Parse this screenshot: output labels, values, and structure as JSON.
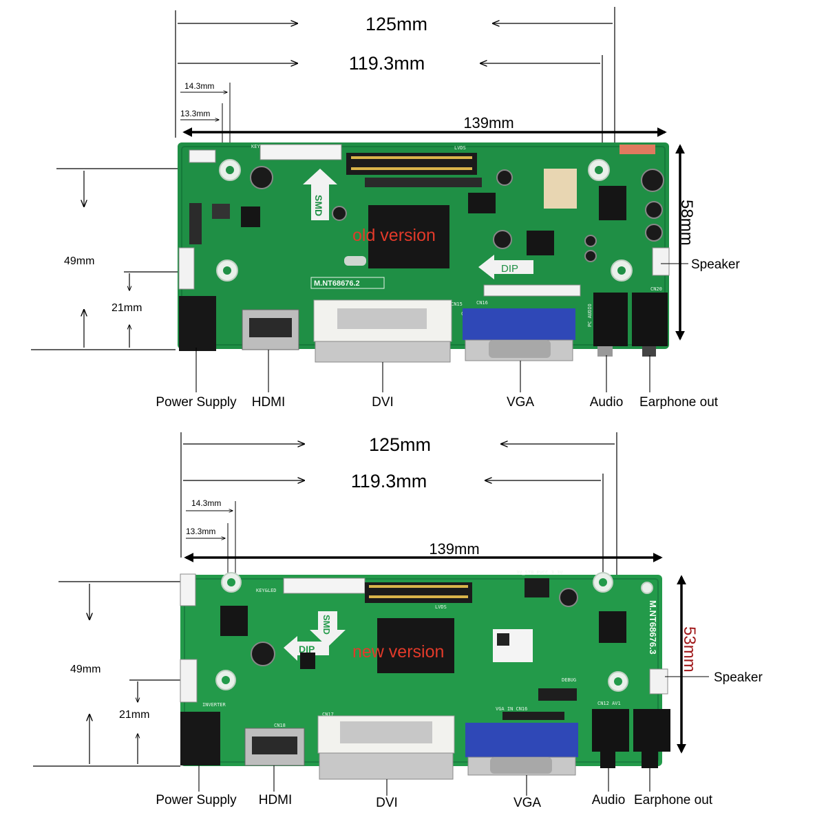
{
  "colors": {
    "pcb": "#1f8f45",
    "pcb_dark": "#14703a",
    "chip": "#161616",
    "version_text": "#e23a2a",
    "height_new": "#a0181a",
    "vga_blue": "#2f48b7",
    "dvi_white": "#f2f2ee",
    "connector_gray": "#c9c9c9"
  },
  "boards": [
    {
      "version_label": "old version",
      "dim_total_width": "125mm",
      "dim_hole_spacing": "119.3mm",
      "dim_board_length": "139mm",
      "dim_offset_1": "14.3mm",
      "dim_offset_2": "13.3mm",
      "dim_height": "58mm",
      "dim_hole_height": "49mm",
      "dim_low_hole": "21mm",
      "model": "M.NT68676.2",
      "smd_label": "SMD",
      "dip_label": "DIP",
      "speaker_label": "Speaker",
      "ports": [
        "Power Supply",
        "HDMI",
        "DVI",
        "VGA",
        "Audio",
        "Earphone out"
      ]
    },
    {
      "version_label": "new version",
      "dim_total_width": "125mm",
      "dim_hole_spacing": "119.3mm",
      "dim_board_length": "139mm",
      "dim_offset_1": "14.3mm",
      "dim_offset_2": "13.3mm",
      "dim_height": "53mm",
      "dim_hole_height": "49mm",
      "dim_low_hole": "21mm",
      "model": "M.NT68676.3",
      "smd_label": "SMD",
      "dip_label": "DIP",
      "speaker_label": "Speaker",
      "ports": [
        "Power Supply",
        "HDMI",
        "DVI",
        "VGA",
        "Audio",
        "Earphone out"
      ]
    }
  ]
}
